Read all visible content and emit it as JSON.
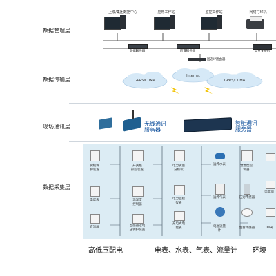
{
  "layers": {
    "management": "数据管理层",
    "transport": "数据传输层",
    "field_comm": "现场通讯层",
    "acquisition": "数据采集层"
  },
  "management": {
    "terminals": [
      {
        "label": "上级/集团数据中心"
      },
      {
        "label": "应用工作站"
      },
      {
        "label": "监控工作站"
      },
      {
        "label": "网络打印机"
      }
    ],
    "servers": [
      {
        "label": "数据服务器"
      },
      {
        "label": "前置服务器"
      },
      {
        "label": "工业交换机"
      }
    ],
    "router_label": "固态IP路由器"
  },
  "transport": {
    "left_cloud": "GPRS/CDMA",
    "center_cloud": "Internet",
    "right_cloud": "GPRS/CDMA"
  },
  "field_comm": {
    "wireless_label_1": "无线通讯",
    "wireless_label_2": "服务器",
    "smart_label_1": "智能通讯",
    "smart_label_2": "服务器"
  },
  "acquisition": {
    "col1": [
      {
        "label1": "微机保",
        "label2": "护装置"
      },
      {
        "label1": "电度表",
        "label2": ""
      },
      {
        "label1": "直流屏",
        "label2": ""
      }
    ],
    "col2": [
      {
        "label1": "开关柜",
        "label2": "操控装置"
      },
      {
        "label1": "温湿度",
        "label2": "控制器"
      },
      {
        "label1": "互感器过电",
        "label2": "压保护装置"
      }
    ],
    "col3": [
      {
        "label1": "电力质量",
        "label2": "分析仪"
      },
      {
        "label1": "电力监控",
        "label2": "仪表"
      },
      {
        "label1": "充电式电",
        "label2": "能表"
      }
    ],
    "col4": [
      {
        "label1": "远传水表",
        "label2": ""
      },
      {
        "label1": "远传气表",
        "label2": ""
      },
      {
        "label1": "电磁流量",
        "label2": "计"
      }
    ],
    "col5": [
      {
        "label1": "温湿度控",
        "label2": "制器"
      },
      {
        "label1": "压力传感器",
        "label2": ""
      },
      {
        "label1": "烟雾传感器",
        "label2": ""
      }
    ],
    "col6": [
      {
        "label1": "",
        "label2": ""
      },
      {
        "label1": "电量测",
        "label2": ""
      },
      {
        "label1": "中央",
        "label2": ""
      }
    ]
  },
  "bottom": {
    "left": "高低压配电",
    "right": "电表、水表、气表、流量计",
    "far_right": "环境"
  },
  "colors": {
    "acq_bg": "#dcecf4",
    "cloud": "#d6e9f7",
    "lightning": "#f2c200",
    "label_blue": "#0a4c9a"
  }
}
